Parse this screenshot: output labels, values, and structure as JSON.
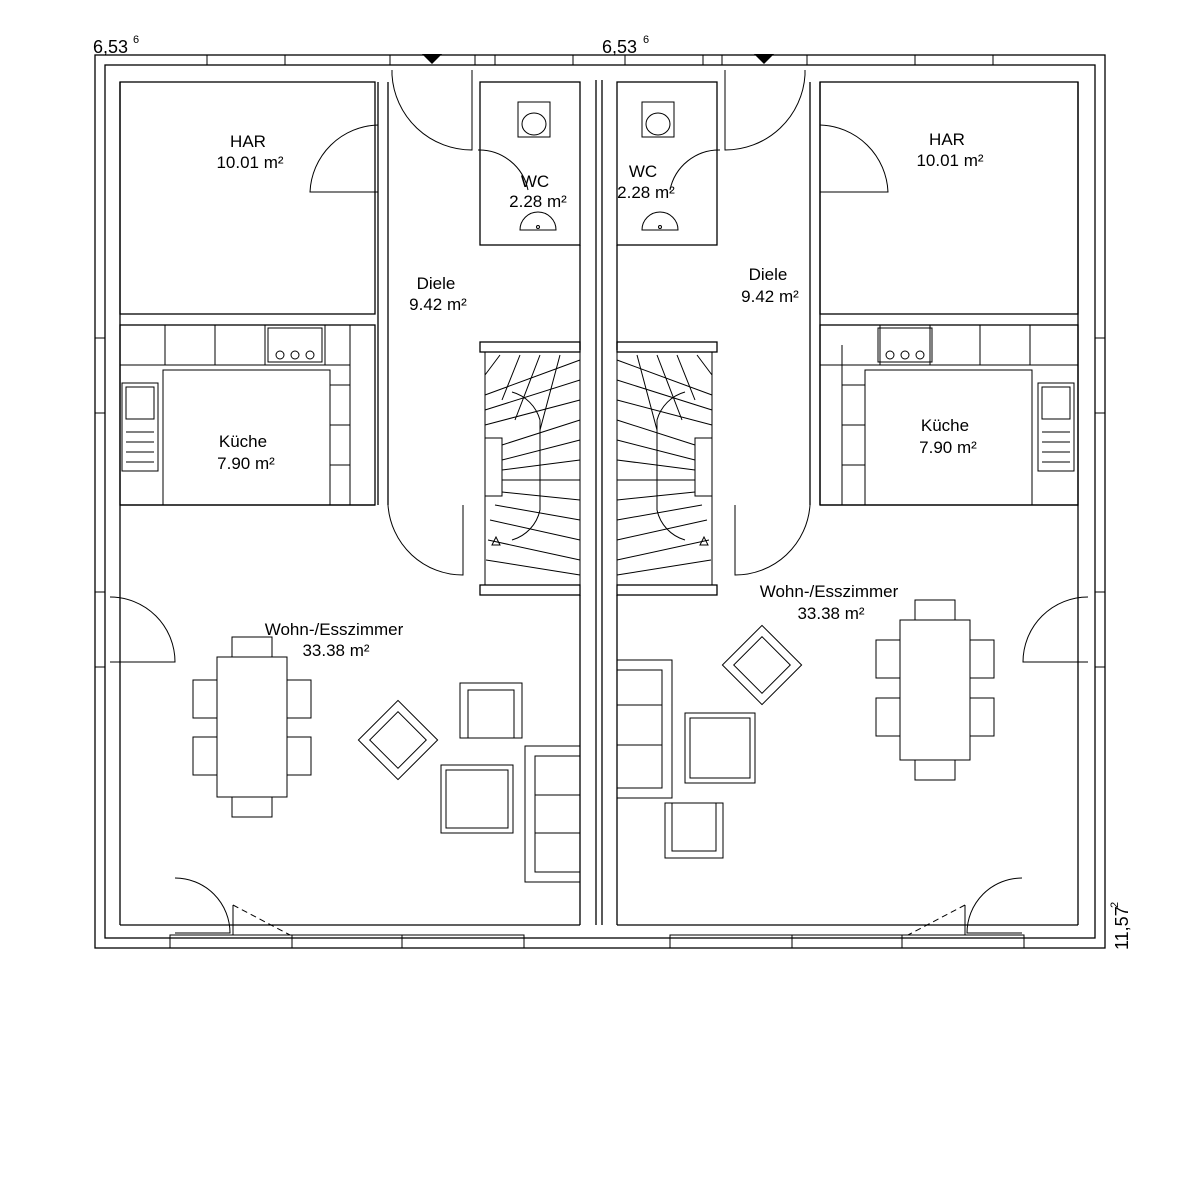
{
  "dimensions": {
    "top_left": {
      "value": "6,53",
      "sup": "6"
    },
    "top_mid": {
      "value": "6,53",
      "sup": "6"
    },
    "right": {
      "value": "11,57",
      "sup": "2"
    }
  },
  "rooms": {
    "har_left": {
      "name": "HAR",
      "area": "10.01 m²"
    },
    "har_right": {
      "name": "HAR",
      "area": "10.01 m²"
    },
    "wc_left": {
      "name": "WC",
      "area": "2.28 m²"
    },
    "wc_right": {
      "name": "WC",
      "area": "2.28 m²"
    },
    "diele_left": {
      "name": "Diele",
      "area": "9.42 m²"
    },
    "diele_right": {
      "name": "Diele",
      "area": "9.42 m²"
    },
    "kueche_left": {
      "name": "Küche",
      "area": "7.90 m²"
    },
    "kueche_right": {
      "name": "Küche",
      "area": "7.90 m²"
    },
    "wohn_left": {
      "name": "Wohn-/Esszimmer",
      "area": "33.38 m²"
    },
    "wohn_right": {
      "name": "Wohn-/Esszimmer",
      "area": "33.38 m²"
    }
  },
  "icons": [
    "entrance-arrow-icon",
    "toilet-icon",
    "sink-icon",
    "stove-icon",
    "staircase-icon",
    "door-swing-icon"
  ]
}
